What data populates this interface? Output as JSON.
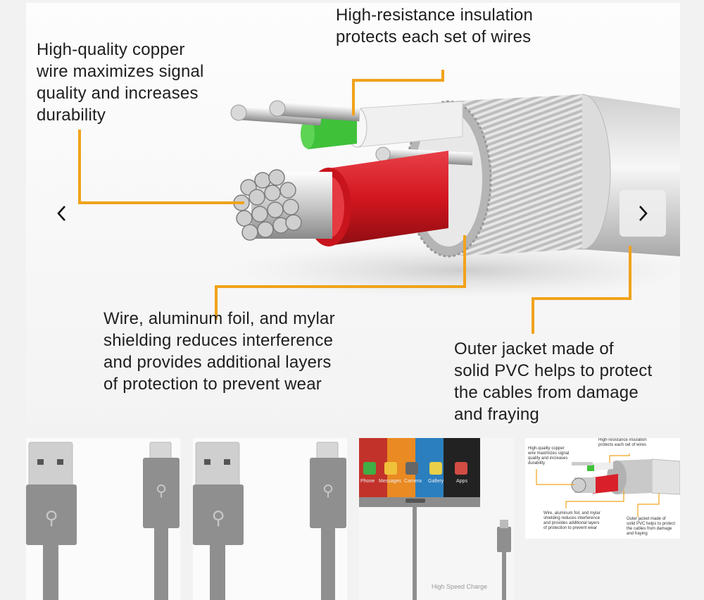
{
  "gallery": {
    "callouts": {
      "insulation": [
        "High-resistance insulation",
        "protects each set of wires"
      ],
      "copper": [
        "High-quality copper",
        "wire maximizes signal",
        "quality and increases",
        "durability"
      ],
      "shielding": [
        "Wire, aluminum foil, and mylar",
        "shielding reduces interference",
        "and provides additional layers",
        "of protection to prevent wear"
      ],
      "jacket": [
        "Outer jacket made of",
        "solid PVC helps to protect",
        "the cables from damage",
        "and fraying"
      ]
    },
    "prev_icon": "chevron-left-icon",
    "next_icon": "chevron-right-icon",
    "colors": {
      "callout_line": "#f0a31c",
      "red_insulation": "#d9202a",
      "green_insulation": "#3fc13a",
      "cable_gray": "#a6a6a6"
    }
  },
  "thumbnails": {
    "phone_apps": [
      "Phone",
      "Messages",
      "Camera",
      "Gallery",
      "Apps"
    ],
    "phone_caption": "High Speed Charge"
  }
}
